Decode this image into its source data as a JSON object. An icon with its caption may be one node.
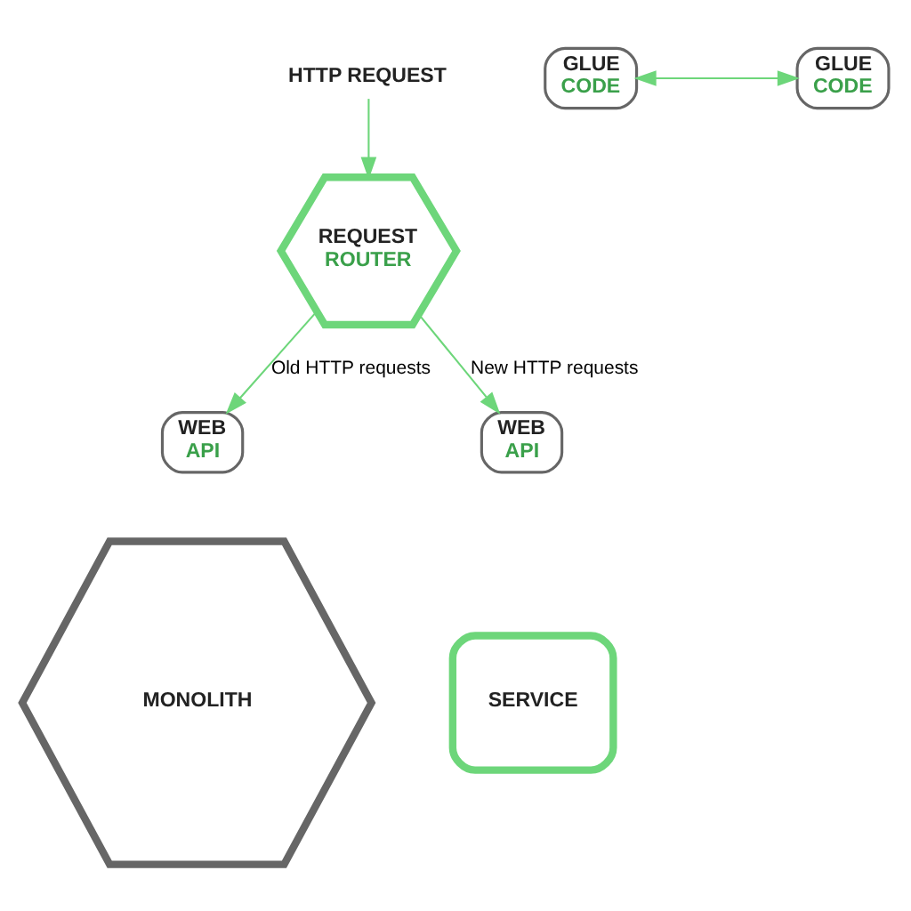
{
  "diagram": {
    "nodes": [
      {
        "text": [
          "HTTP REQUEST"
        ]
      },
      {
        "text": [
          "REQUEST",
          "ROUTER"
        ]
      },
      {
        "text": [
          "WEB",
          "API"
        ]
      },
      {
        "text": [
          "MONOLITH"
        ]
      },
      {
        "text": [
          "GLUE",
          "CODE"
        ]
      },
      {
        "text": [
          "GLUE",
          "CODE"
        ]
      },
      {
        "text": [
          "WEB",
          "API"
        ]
      },
      {
        "text": [
          "SERVICE"
        ]
      }
    ],
    "edges": [
      {
        "from": 0,
        "to": 1,
        "arrow": "to"
      },
      {
        "from": 1,
        "to": 2,
        "arrow": "to",
        "label": "Old HTTP requests"
      },
      {
        "from": 1,
        "to": 6,
        "arrow": "to",
        "label": "New HTTP requests"
      },
      {
        "from": 4,
        "to": 5,
        "arrow": "both"
      }
    ]
  }
}
